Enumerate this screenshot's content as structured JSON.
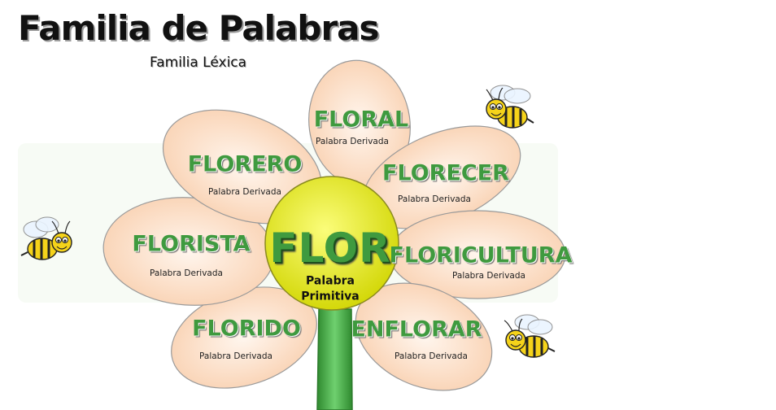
{
  "header": {
    "title": "Familia de Palabras",
    "subtitle": "Familia Léxica"
  },
  "center": {
    "word": "FLOR",
    "label_line1": "Palabra",
    "label_line2": "Primitiva"
  },
  "petals": [
    {
      "word": "FLORAL",
      "label": "Palabra Derivada"
    },
    {
      "word": "FLORECER",
      "label": "Palabra Derivada"
    },
    {
      "word": "FLORICULTURA",
      "label": "Palabra Derivada"
    },
    {
      "word": "ENFLORAR",
      "label": "Palabra Derivada"
    },
    {
      "word": "FLORIDO",
      "label": "Palabra Derivada"
    },
    {
      "word": "FLORISTA",
      "label": "Palabra Derivada"
    },
    {
      "word": "FLORERO",
      "label": "Palabra Derivada"
    }
  ],
  "colors": {
    "petal_fill": "#fbdcc4",
    "petal_stroke": "#9a9a9a",
    "center_fill": "#e8ec2a",
    "word_green": "#3f9a3f",
    "stem_green": "#53b253",
    "bee_yellow": "#f5d31a"
  },
  "icons": [
    "bee-icon"
  ]
}
